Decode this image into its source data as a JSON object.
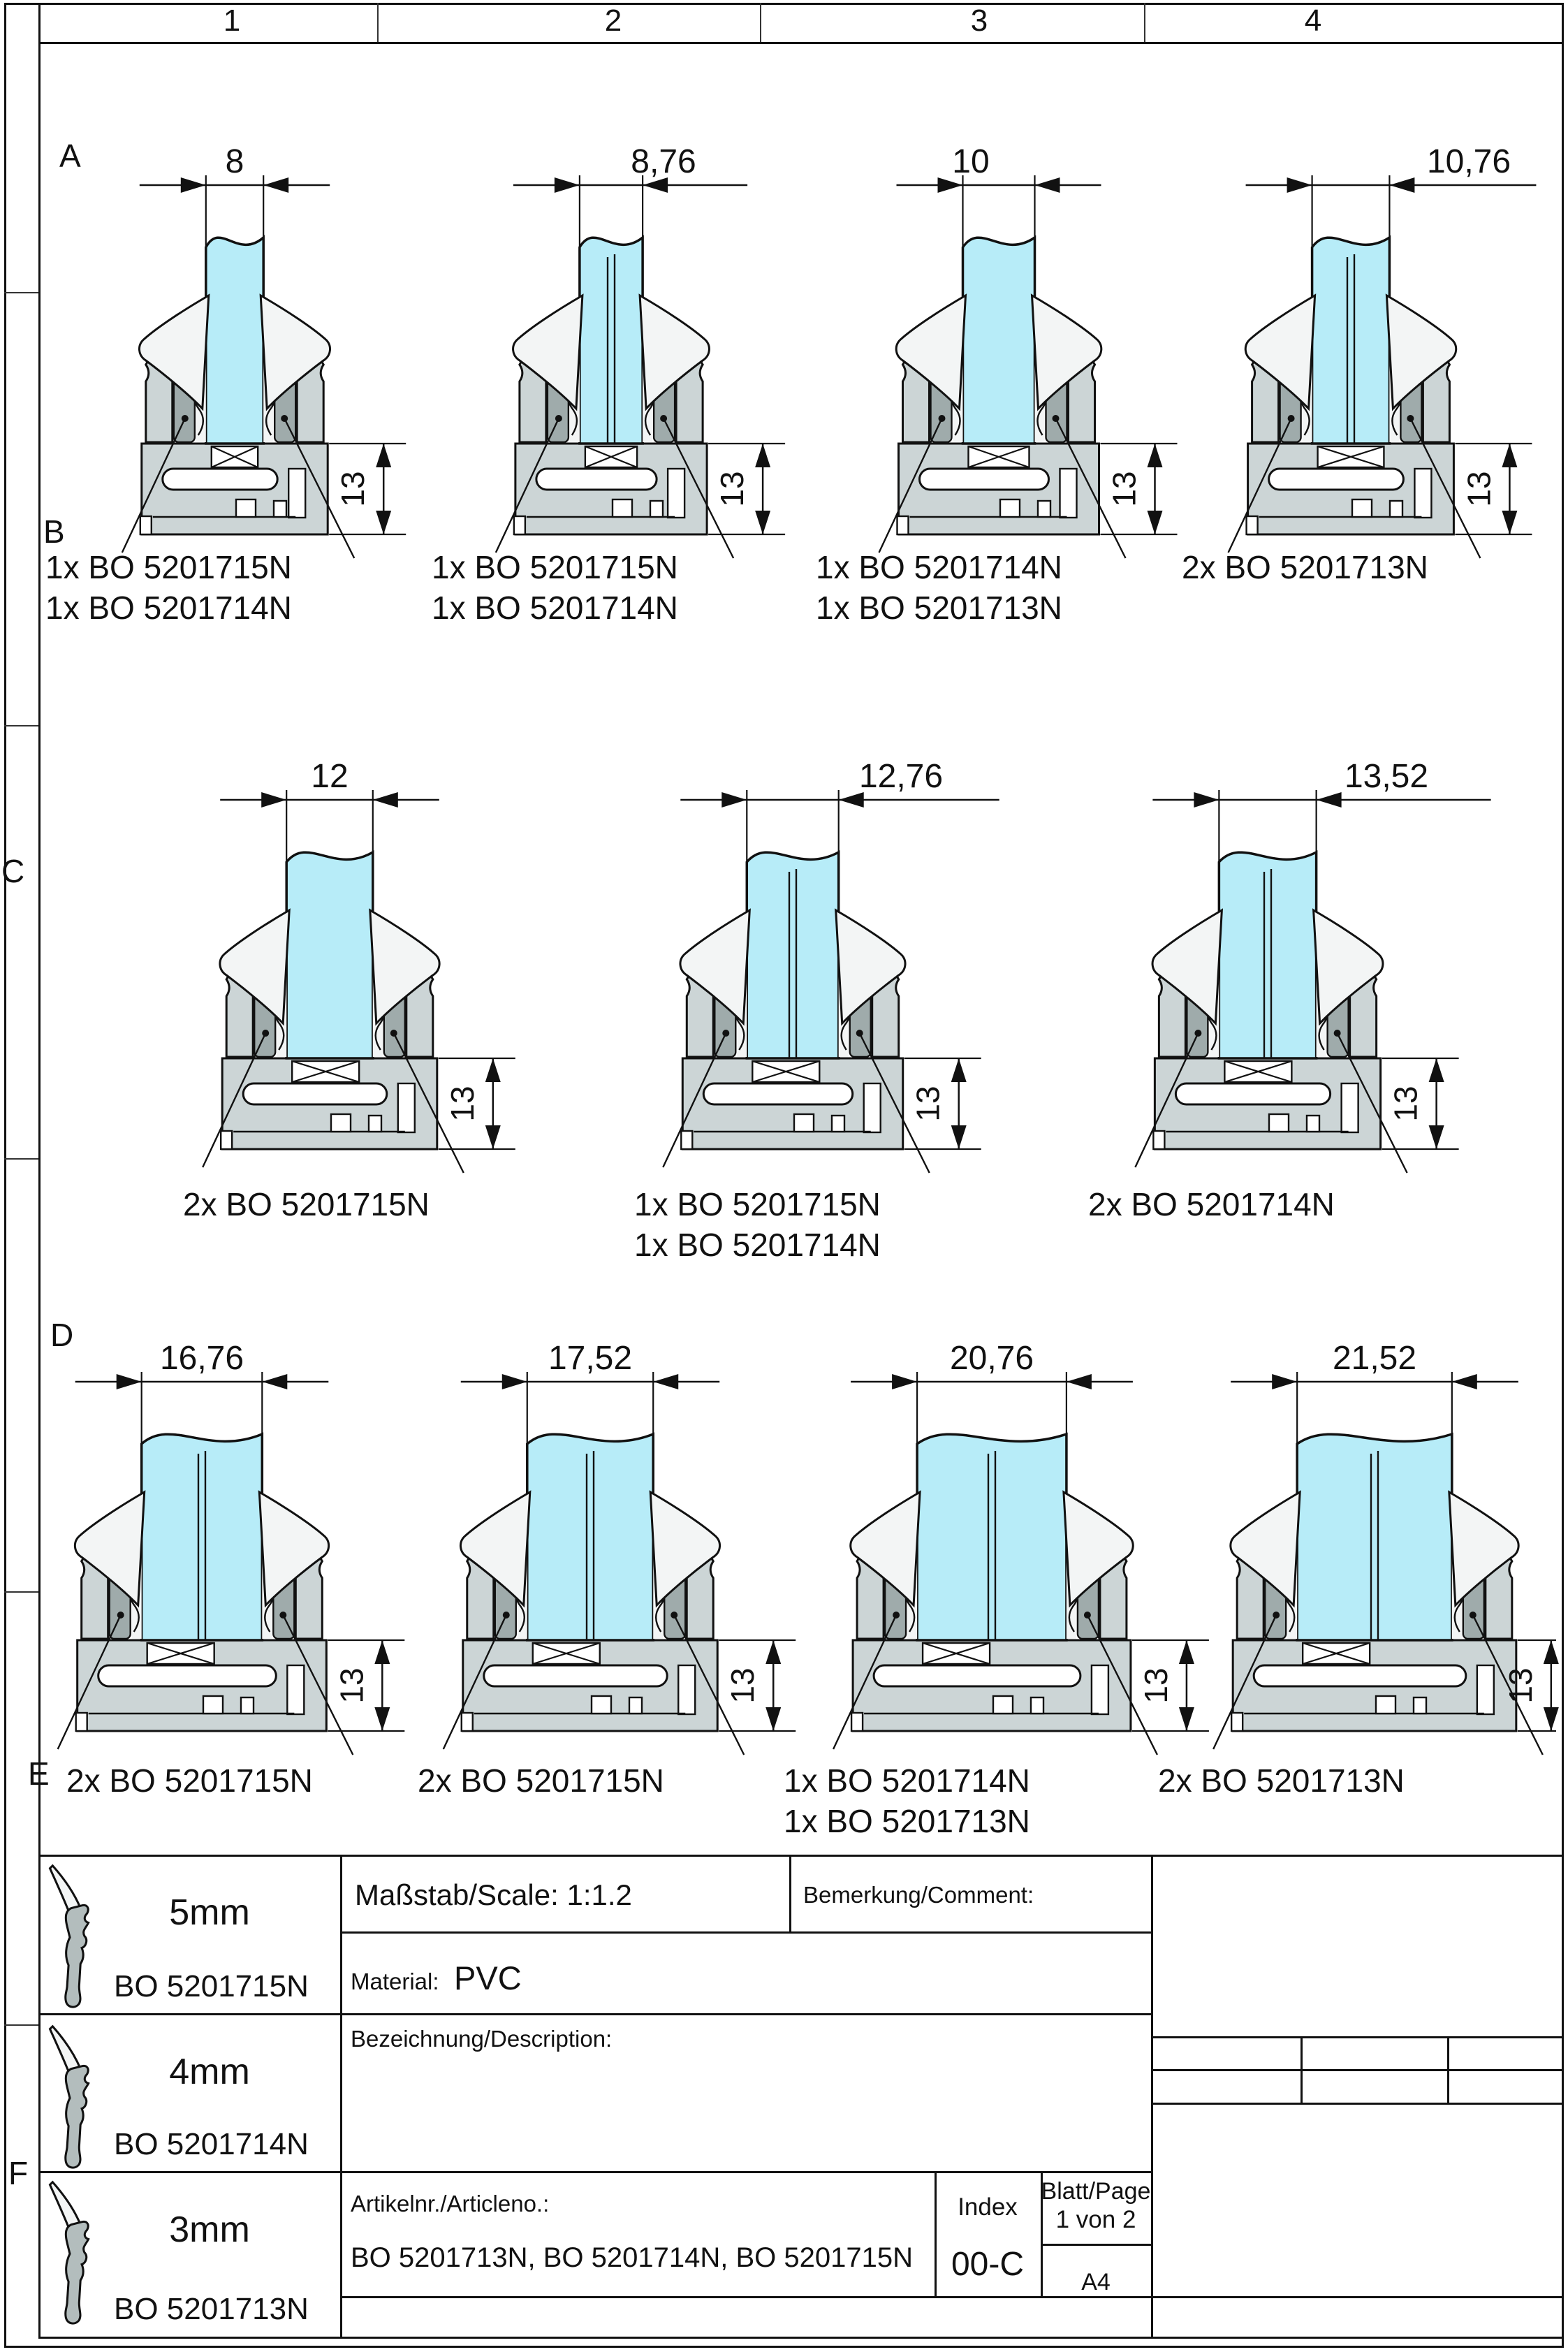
{
  "sheet": {
    "columns": [
      "1",
      "2",
      "3",
      "4"
    ],
    "rows": [
      "A",
      "B",
      "C",
      "D",
      "E",
      "F"
    ]
  },
  "profiles": [
    {
      "id": "A1",
      "dim": "8",
      "laminated": false,
      "height_dim": "13",
      "parts": [
        "1x BO 5201715N",
        "1x BO 5201714N"
      ]
    },
    {
      "id": "A2",
      "dim": "8,76",
      "laminated": true,
      "height_dim": "13",
      "parts": [
        "1x BO 5201715N",
        "1x BO 5201714N"
      ]
    },
    {
      "id": "A3",
      "dim": "10",
      "laminated": false,
      "height_dim": "13",
      "parts": [
        "1x BO 5201714N",
        "1x BO 5201713N"
      ]
    },
    {
      "id": "A4",
      "dim": "10,76",
      "laminated": true,
      "height_dim": "13",
      "parts": [
        "2x BO 5201713N"
      ]
    },
    {
      "id": "C1",
      "dim": "12",
      "laminated": false,
      "height_dim": "13",
      "parts": [
        "2x BO 5201715N"
      ]
    },
    {
      "id": "C2",
      "dim": "12,76",
      "laminated": true,
      "height_dim": "13",
      "parts": [
        "1x BO 5201715N",
        "1x BO 5201714N"
      ]
    },
    {
      "id": "C3",
      "dim": "13,52",
      "laminated": true,
      "height_dim": "13",
      "parts": [
        "2x BO 5201714N"
      ]
    },
    {
      "id": "D1",
      "dim": "16,76",
      "laminated": true,
      "height_dim": "13",
      "parts": [
        "2x BO 5201715N"
      ]
    },
    {
      "id": "D2",
      "dim": "17,52",
      "laminated": true,
      "height_dim": "13",
      "parts": [
        "2x BO 5201715N"
      ]
    },
    {
      "id": "D3",
      "dim": "20,76",
      "laminated": true,
      "height_dim": "13",
      "parts": [
        "1x BO 5201714N",
        "1x BO 5201713N"
      ]
    },
    {
      "id": "D4",
      "dim": "21,52",
      "laminated": true,
      "height_dim": "13",
      "parts": [
        "2x BO 5201713N"
      ]
    }
  ],
  "legend": [
    {
      "size": "5mm",
      "code": "BO 5201715N"
    },
    {
      "size": "4mm",
      "code": "BO 5201714N"
    },
    {
      "size": "3mm",
      "code": "BO 5201713N"
    }
  ],
  "title_block": {
    "scale_label": "Maßstab/Scale: 1:1.2",
    "comment_label": "Bemerkung/Comment:",
    "material_label": "Material:",
    "material_value": "PVC",
    "description_label": "Bezeichnung/Description:",
    "articleno_label": "Artikelnr./Articleno.:",
    "articleno_value": "BO 5201713N, BO 5201714N, BO 5201715N",
    "index_label": "Index",
    "index_value": "00-C",
    "page_label": "Blatt/Page",
    "page_value": "1 von 2",
    "format": "A4"
  },
  "colors": {
    "glass": "#b7ecf8",
    "body": "#ccd5d6",
    "insert": "#9fabab",
    "seal": "#f3f5f5",
    "line": "#111111"
  }
}
